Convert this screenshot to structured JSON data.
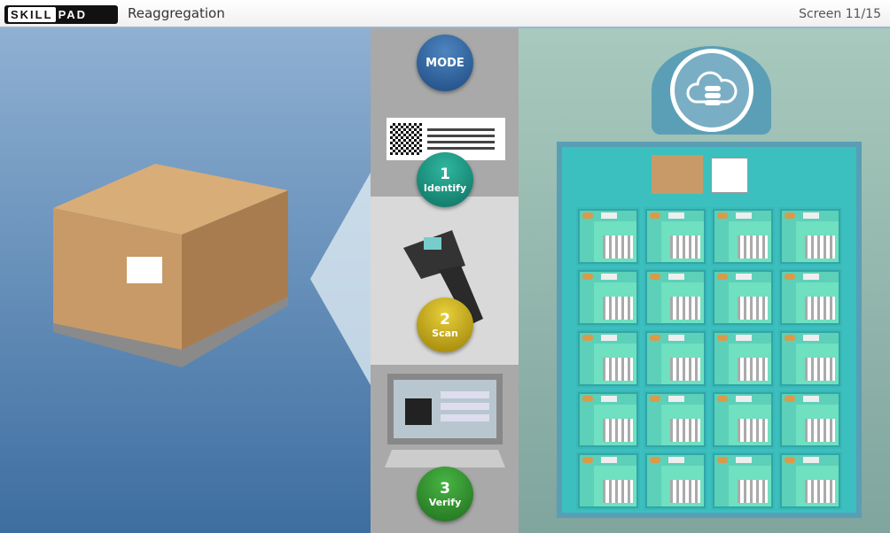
{
  "header": {
    "logo_left": "SKILL",
    "logo_right": "PAD",
    "title": "Reaggregation",
    "screen": "Screen 11/15"
  },
  "mode": {
    "label": "MODE",
    "color": "#2a5d95"
  },
  "steps": [
    {
      "number": "1",
      "label": "Identify",
      "color": "#138f7c"
    },
    {
      "number": "2",
      "label": "Scan",
      "color": "#c9a812"
    },
    {
      "number": "3",
      "label": "Verify",
      "color": "#2d8f2a"
    }
  ],
  "colors": {
    "left_panel": "#5a86b5",
    "right_panel": "#95bab0",
    "board": "#3cbfbf"
  }
}
